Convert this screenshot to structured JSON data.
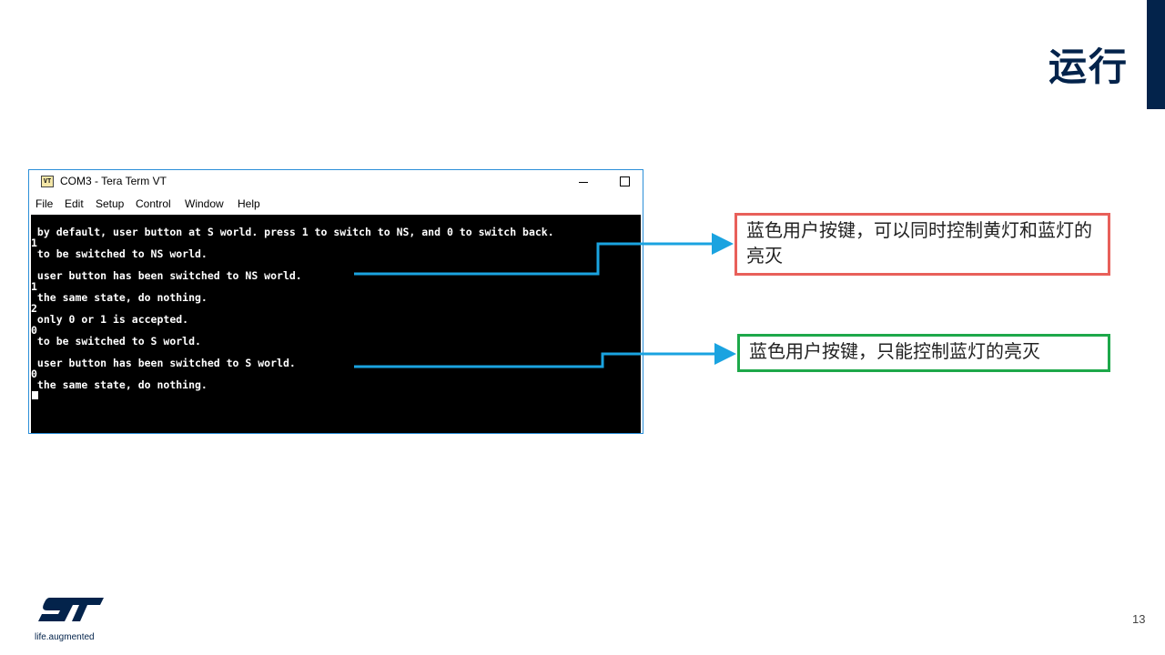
{
  "slide": {
    "title": "运行",
    "page_number": "13",
    "brand_tagline": "life.augmented",
    "accent_color": "#03234b"
  },
  "terminal_window": {
    "title": "COM3 - Tera Term VT",
    "app_icon_text": "VT",
    "menu": [
      "File",
      "Edit",
      "Setup",
      "Control",
      "Window",
      "Help"
    ],
    "lines": [
      " by default, user button at S world. press 1 to switch to NS, and 0 to switch back.",
      "1",
      " to be switched to NS world.",
      " user button has been switched to NS world.",
      "1",
      " the same state, do nothing.",
      "2",
      " only 0 or 1 is accepted.",
      "0",
      " to be switched to S world.",
      " user button has been switched to S world.",
      "0",
      " the same state, do nothing."
    ]
  },
  "callouts": {
    "ns_note": "蓝色用户按键，可以同时控制黄灯和蓝灯的亮灭",
    "s_note": "蓝色用户按键，只能控制蓝灯的亮灭",
    "ns_border_color": "#e8605a",
    "s_border_color": "#1da84a",
    "arrow_color": "#1aa3e0"
  }
}
